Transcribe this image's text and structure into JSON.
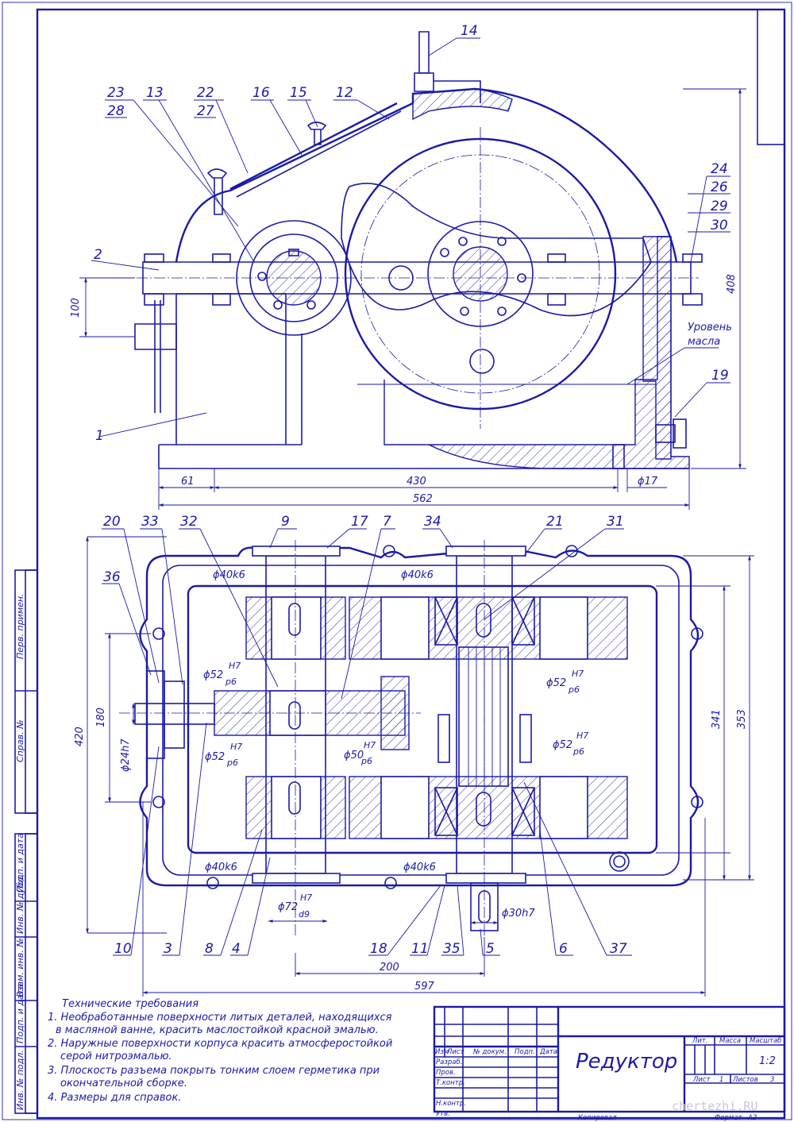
{
  "drawing": {
    "part_labels_top": [
      "23",
      "28",
      "13",
      "22",
      "27",
      "16",
      "15",
      "12",
      "14",
      "24",
      "26",
      "29",
      "30",
      "2",
      "1",
      "19"
    ],
    "oil_level": [
      "Уровень",
      "масла"
    ],
    "dims_front": {
      "d100": "100",
      "d408": "408",
      "d61": "61",
      "d430": "430",
      "d562": "562",
      "d17": "ϕ17"
    },
    "part_labels_plan_top": [
      "20",
      "33",
      "32",
      "9",
      "17",
      "7",
      "34",
      "21",
      "31",
      "36"
    ],
    "part_labels_plan_bottom": [
      "10",
      "3",
      "8",
      "4",
      "18",
      "11",
      "35",
      "5",
      "6",
      "37"
    ],
    "fits": {
      "k6_1": "ϕ40k6",
      "k6_2": "ϕ40k6",
      "k6_3": "ϕ40k6",
      "k6_4": "ϕ40k6",
      "f52a": "ϕ52",
      "f52b": "ϕ52",
      "f52c": "ϕ52",
      "f52d": "ϕ52",
      "h7": "H7",
      "p6": "p6",
      "f50": "ϕ50",
      "f72": "ϕ72",
      "d9": "d9",
      "f30": "ϕ30h7",
      "f24": "ϕ24h7"
    },
    "dims_plan": {
      "d420": "420",
      "d180": "180",
      "d341": "341",
      "d353": "353",
      "d200": "200",
      "d597": "597"
    }
  },
  "requirements": {
    "heading": "Технические требования",
    "items": [
      "1. Необработанные поверхности литых деталей, находящихся",
      "в масляной ванне, красить маслостойкой красной эмалью.",
      "2. Наружные поверхности корпуса красить атмосферостойкой",
      "серой нитроэмалью.",
      "3. Плоскость разъема покрыть тонким слоем герметика при",
      "окончательной сборке.",
      "4. Размеры для справок."
    ]
  },
  "title_block": {
    "name": "Редуктор",
    "cols": {
      "izm": "Изм",
      "list": "Лист",
      "doc": "№ докум.",
      "sign": "Подп.",
      "date": "Дата"
    },
    "rows": [
      "Разраб.",
      "Пров.",
      "Т.контр.",
      "",
      "Н.контр.",
      "Утв."
    ],
    "lit": "Лит.",
    "mass": "Масса",
    "scale": "Масштаб",
    "scale_value": "1:2",
    "sheet": "Лист",
    "sheet_no": "1",
    "sheets": "Листов",
    "sheets_no": "3",
    "copied": "Копировал",
    "format": "Формат",
    "format_value": "А2"
  },
  "side_strip": [
    "Перв. примен.",
    "Справ. №",
    "Подп. и дата",
    "Инв. № дубл.",
    "Взам. инв. №",
    "Подп. и дата",
    "Инв. № подл."
  ],
  "watermark": "chertezhi.RU"
}
